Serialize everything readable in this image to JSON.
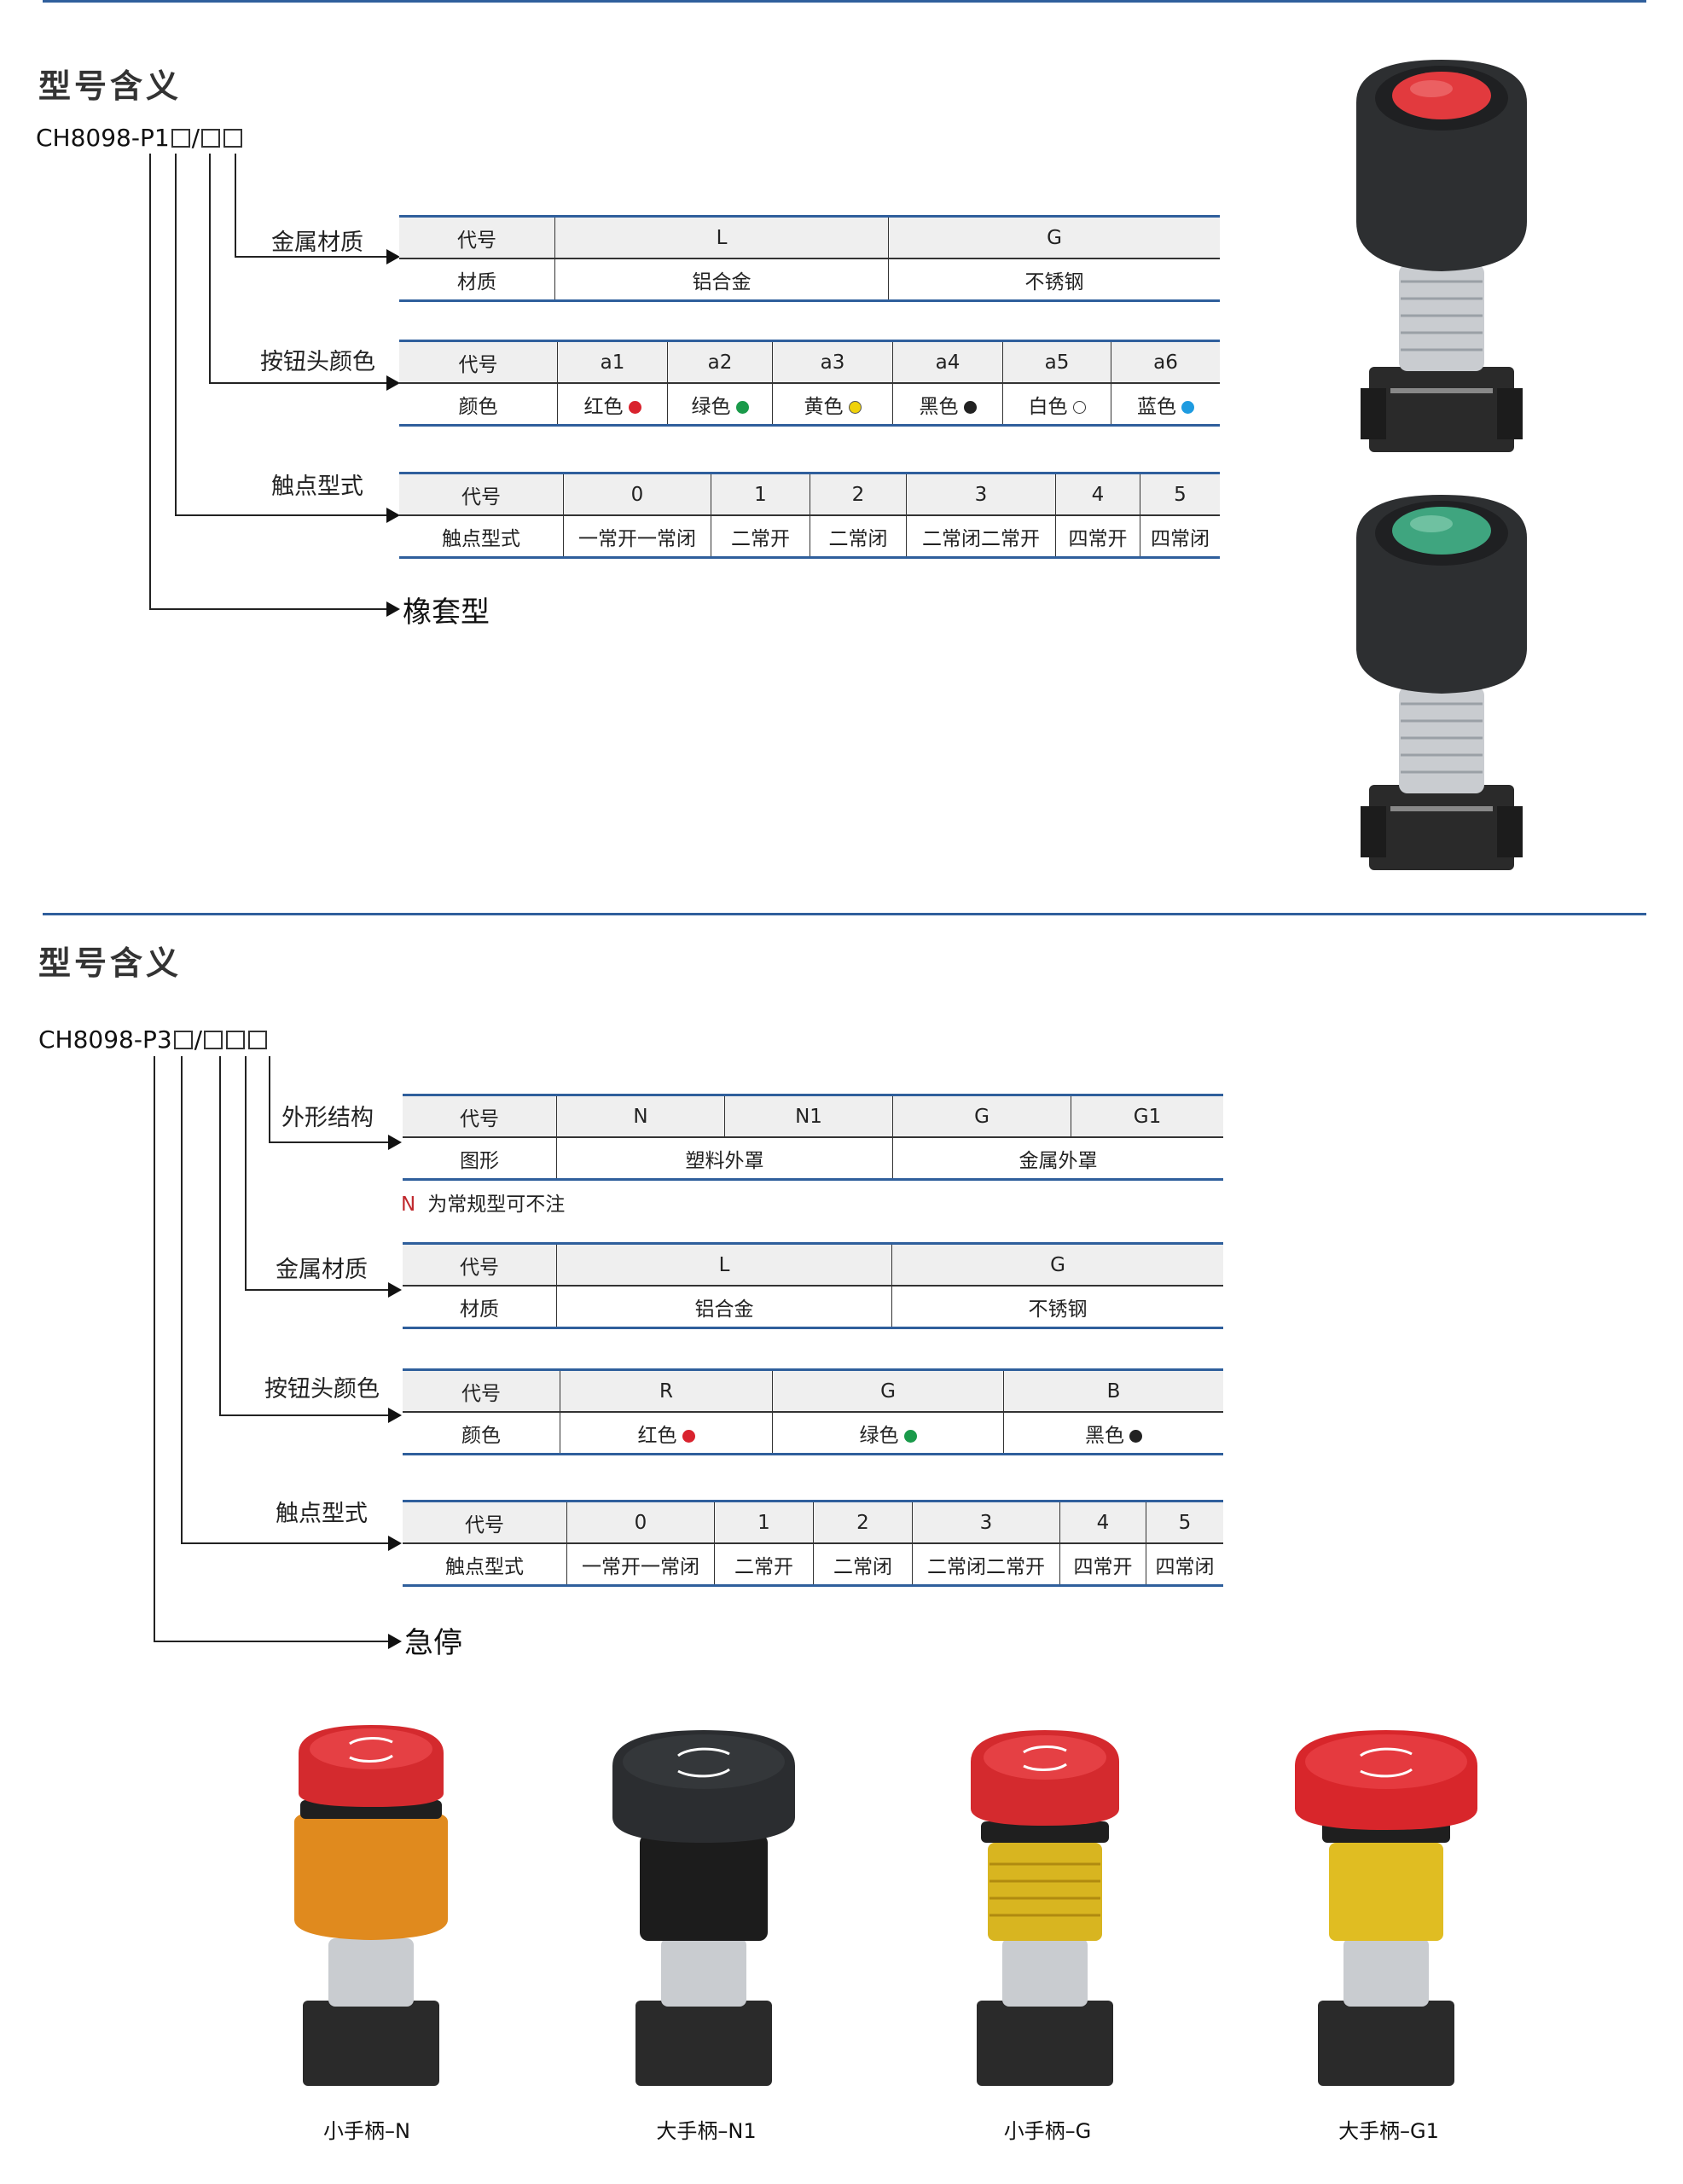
{
  "section1": {
    "heading": "型号含义",
    "model_prefix": "CH8098-P1",
    "model_sep": "/",
    "rows": [
      {
        "label": "金属材质",
        "head": "代号",
        "sub": "材质",
        "codes": [
          "L",
          "G"
        ],
        "values": [
          "铝合金",
          "不锈钢"
        ]
      },
      {
        "label": "按钮头颜色",
        "head": "代号",
        "sub": "颜色",
        "codes": [
          "a1",
          "a2",
          "a3",
          "a4",
          "a5",
          "a6"
        ],
        "values": [
          "红色",
          "绿色",
          "黄色",
          "黑色",
          "白色",
          "蓝色"
        ]
      },
      {
        "label": "触点型式",
        "head": "代号",
        "sub": "触点型式",
        "codes": [
          "0",
          "1",
          "2",
          "3",
          "4",
          "5"
        ],
        "values": [
          "一常开一常闭",
          "二常开",
          "二常闭",
          "二常闭二常开",
          "四常开",
          "四常闭"
        ]
      }
    ],
    "type_word": "橡套型",
    "product_images": [
      "red-cap-button-icon",
      "green-cap-button-icon"
    ]
  },
  "section2": {
    "heading": "型号含义",
    "model_prefix": "CH8098-P3",
    "model_sep": "/",
    "rows": [
      {
        "label": "外形结构",
        "head": "代号",
        "sub": "图形",
        "codes": [
          "N",
          "N1",
          "G",
          "G1"
        ],
        "values": [
          "塑料外罩",
          "金属外罩"
        ]
      },
      {
        "label": "金属材质",
        "head": "代号",
        "sub": "材质",
        "codes": [
          "L",
          "G"
        ],
        "values": [
          "铝合金",
          "不锈钢"
        ]
      },
      {
        "label": "按钮头颜色",
        "head": "代号",
        "sub": "颜色",
        "codes": [
          "R",
          "G",
          "B"
        ],
        "values": [
          "红色",
          "绿色",
          "黑色"
        ]
      },
      {
        "label": "触点型式",
        "head": "代号",
        "sub": "触点型式",
        "codes": [
          "0",
          "1",
          "2",
          "3",
          "4",
          "5"
        ],
        "values": [
          "一常开一常闭",
          "二常开",
          "二常闭",
          "二常闭二常开",
          "四常开",
          "四常闭"
        ]
      }
    ],
    "note_mark": "N",
    "note_text": "为常规型可不注",
    "type_word": "急停",
    "products": [
      {
        "caption": "小手柄–N"
      },
      {
        "caption": "大手柄–N1"
      },
      {
        "caption": "小手柄–G"
      },
      {
        "caption": "大手柄–G1"
      }
    ]
  },
  "colors": {
    "accent": "#2f5f9c",
    "red": "#d9232e",
    "green": "#1a9a4a",
    "yellow": "#f0d20a",
    "black": "#222222",
    "blue": "#1e9be0",
    "note_red": "#c0282d"
  }
}
